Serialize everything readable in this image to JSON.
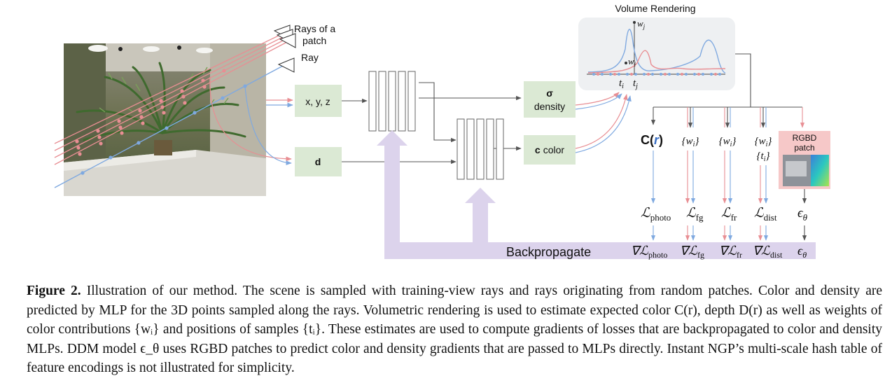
{
  "diagram": {
    "rays_patch_label": [
      "Rays of a",
      "patch"
    ],
    "ray_label": "Ray",
    "xyz_label": "x, y, z",
    "d_label": "d",
    "sigma_symbol": "σ",
    "density_label": "density",
    "color_symbol": "c",
    "color_label": "color",
    "volume_rendering_title": "Volume Rendering",
    "wj_label": "w",
    "wj_sub": "j",
    "wi_label": "w",
    "wi_sub": "i",
    "ti_label": "t",
    "ti_sub": "i",
    "tj_label": "t",
    "tj_sub": "j",
    "C_label": "C(",
    "C_r": "r",
    "C_close": ")",
    "weights_label": "{w",
    "weights_sub": "i",
    "weights_close": "}",
    "positions_label": "{t",
    "positions_sub": "i",
    "positions_close": "}",
    "rgbd_label": [
      "RGBD",
      "patch"
    ],
    "losses": [
      {
        "sym": "ℒ",
        "sub": "photo"
      },
      {
        "sym": "ℒ",
        "sub": "fg"
      },
      {
        "sym": "ℒ",
        "sub": "fr"
      },
      {
        "sym": "ℒ",
        "sub": "dist"
      }
    ],
    "epsilon_label": "ϵ",
    "epsilon_sub": "θ",
    "backprop_label": "Backpropagate",
    "grads": [
      {
        "sym": "∇ℒ",
        "sub": "photo"
      },
      {
        "sym": "∇ℒ",
        "sub": "fg"
      },
      {
        "sym": "∇ℒ",
        "sub": "fr"
      },
      {
        "sym": "∇ℒ",
        "sub": "dist"
      }
    ],
    "colors": {
      "red_ray": "#e88e93",
      "blue_ray": "#7fa9e0",
      "green_box": "#dbe9d4",
      "rgbd_box": "#f6c8c8",
      "backprop": "#dcd3ec",
      "panel": "#eef0f2"
    }
  },
  "caption": {
    "lead": "Figure 2.",
    "text": " Illustration of our method. The scene is sampled with training-view rays and rays originating from random patches. Color and density are predicted by MLP for the 3D points sampled along the rays. Volumetric rendering is used to estimate expected color C(r), depth D(r) as well as weights of color contributions {wᵢ} and positions of samples {tᵢ}. These estimates are used to compute gradients of losses that are backpropagated to color and density MLPs. DDM model ϵ_θ uses RGBD patches to predict color and density gradients that are passed to MLPs directly. Instant NGP’s multi-scale hash table of feature encodings is not illustrated for simplicity."
  }
}
